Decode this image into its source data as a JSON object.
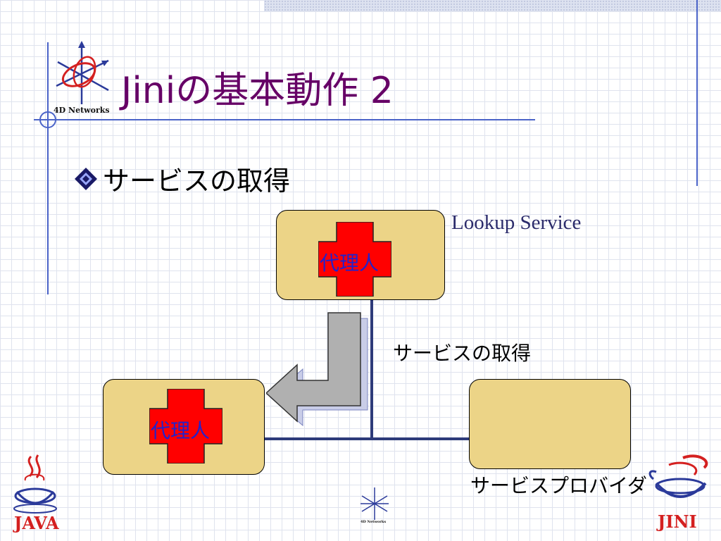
{
  "slide": {
    "title": "Jiniの基本動作 2",
    "bullet": "サービスの取得"
  },
  "diagram": {
    "lookup_service_label": "Lookup Service",
    "proxy_top_label": "代理人",
    "proxy_client_label": "代理人",
    "flow_label": "サービスの取得",
    "provider_label": "サービスプロバイダ"
  },
  "logos": {
    "network_brand": "4D Networks",
    "network_brand_small": "4D Networks",
    "java": "JAVA",
    "jini": "JINI"
  },
  "colors": {
    "title": "#660066",
    "box_fill": "#ecd487",
    "cross_red": "#ff0000",
    "connector": "#2e3b7a",
    "arrow_gray": "#b0b0b0",
    "frame_blue": "#4a63c8"
  },
  "icons": [
    "diamond-bullet-icon",
    "down-left-arrow-icon",
    "medical-cross-icon",
    "4d-networks-logo-icon",
    "java-logo-icon",
    "jini-logo-icon"
  ]
}
